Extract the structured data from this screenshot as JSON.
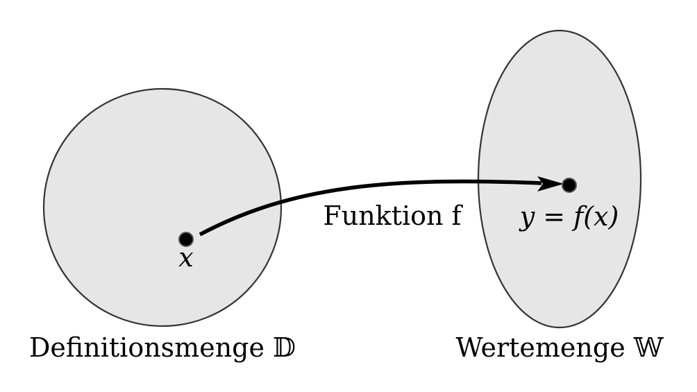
{
  "domain_set": {
    "label": "Definitionsmenge 𝔻",
    "point_label": "x"
  },
  "codomain_set": {
    "label": "Wertemenge 𝕎",
    "point_label": "y = f(x)"
  },
  "mapping": {
    "label": "Funktion f"
  },
  "colors": {
    "set_fill": "#e6e6e6",
    "set_stroke": "#333333",
    "point_fill": "#000000",
    "point_stroke": "#555555",
    "arrow": "#000000"
  }
}
